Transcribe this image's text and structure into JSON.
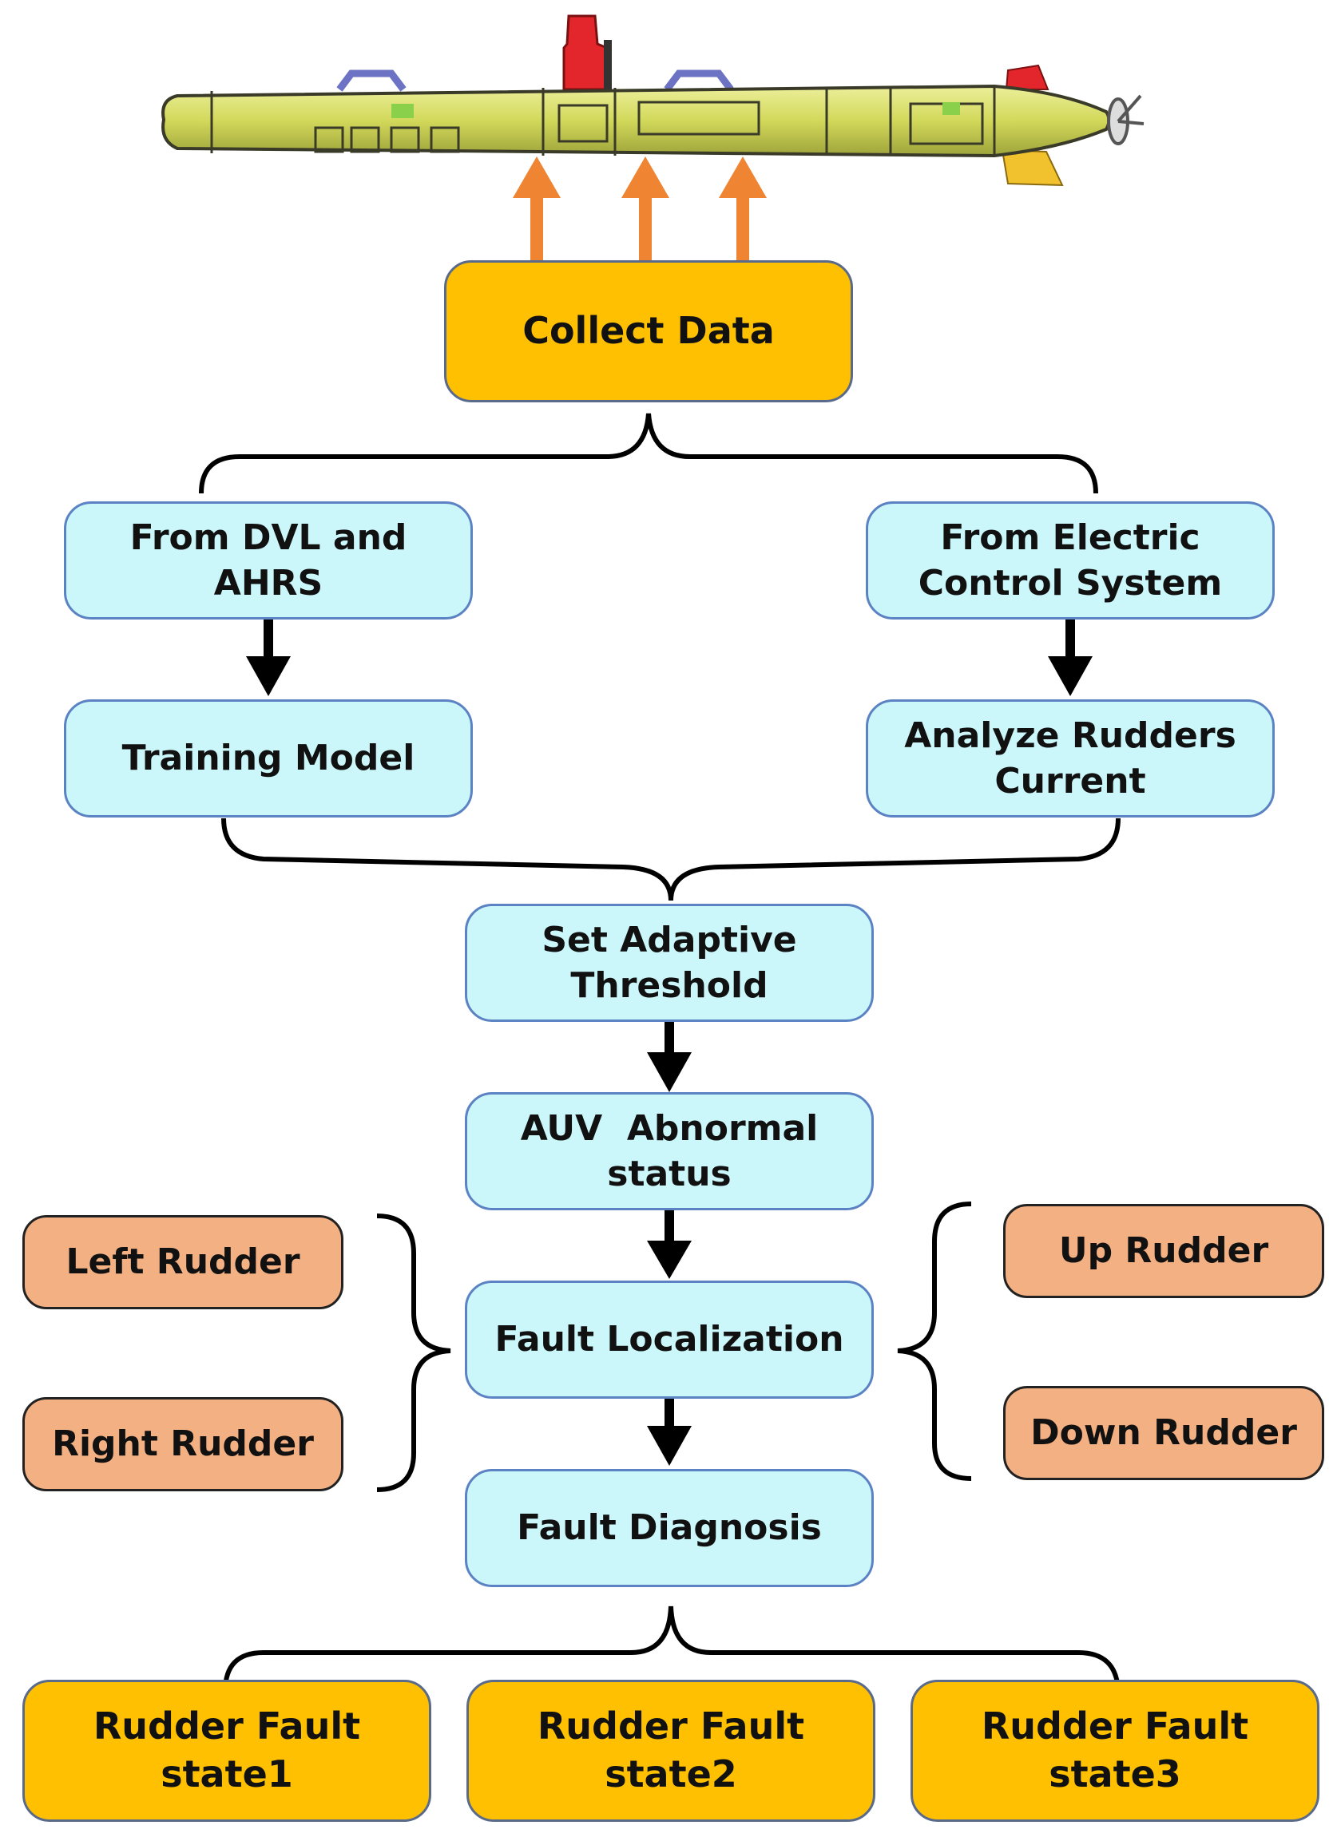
{
  "nodes": {
    "collect_data": "Collect Data",
    "from_dvl": [
      "From DVL and",
      "AHRS"
    ],
    "from_electric": [
      "From Electric",
      "Control System"
    ],
    "training_model": "Training Model",
    "analyze_rudders": [
      "Analyze Rudders",
      "Current"
    ],
    "set_threshold": [
      "Set Adaptive",
      "Threshold"
    ],
    "auv_abnormal": [
      "AUV  Abnormal",
      "status"
    ],
    "fault_localization": "Fault Localization",
    "fault_diagnosis": "Fault Diagnosis",
    "left_rudder": "Left Rudder",
    "right_rudder": "Right Rudder",
    "up_rudder": "Up Rudder",
    "down_rudder": "Down Rudder",
    "state1": [
      "Rudder Fault",
      "state1"
    ],
    "state2": [
      "Rudder Fault",
      "state2"
    ],
    "state3": [
      "Rudder Fault",
      "state3"
    ]
  },
  "colors": {
    "process_fill": "#ccf7fa",
    "process_border": "#5b83c4",
    "io_fill": "#fec000",
    "rudder_fill": "#f3b083",
    "data_arrow": "#ef8433",
    "auv_hull": "#d6dc63"
  }
}
